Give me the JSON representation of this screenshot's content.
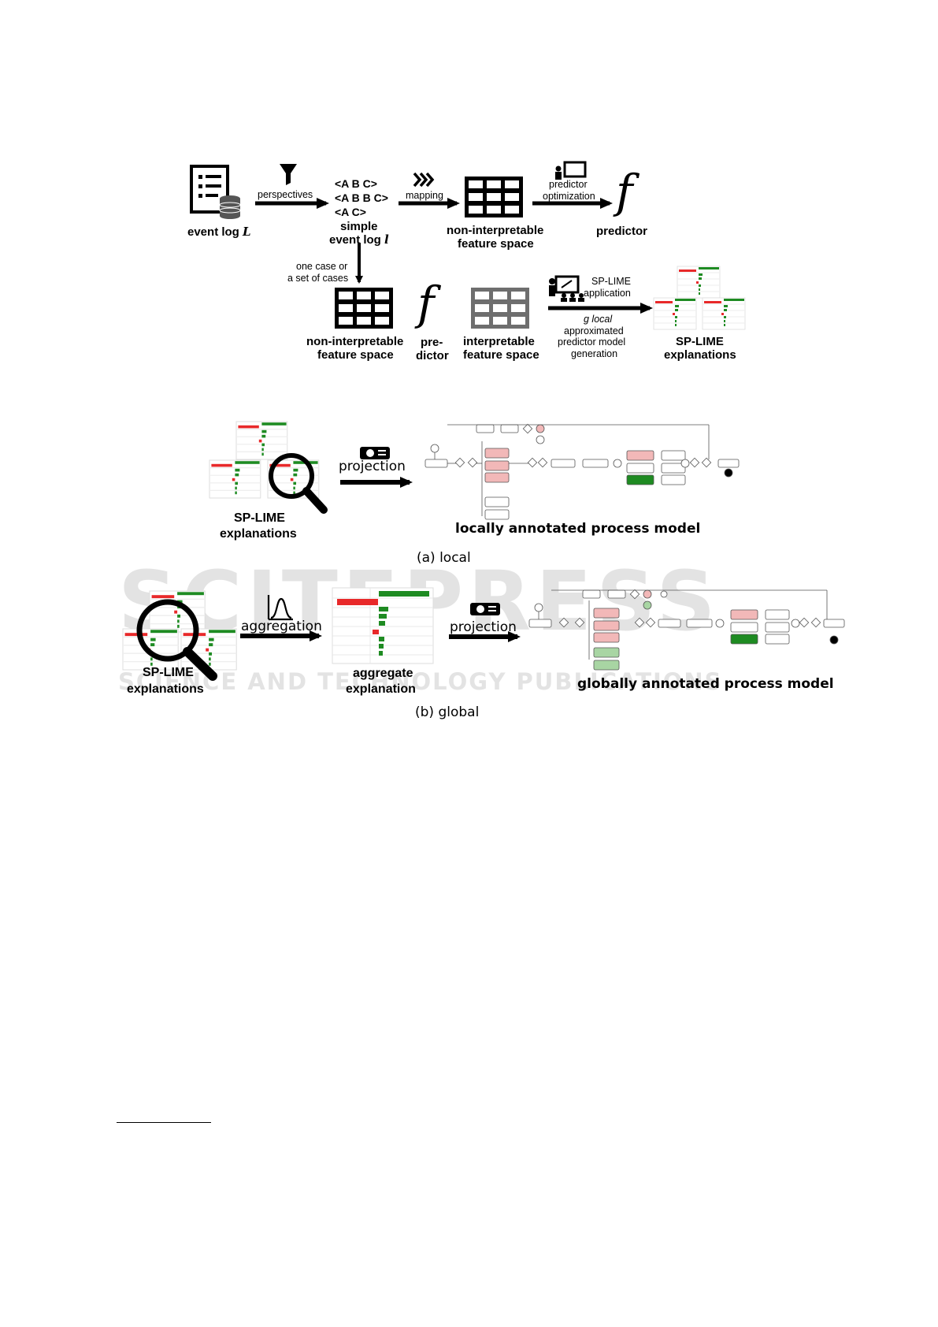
{
  "watermark": {
    "brand": "SCITEPRESS",
    "subtitle": "SCIENCE AND TECHNOLOGY PUBLICATIONS"
  },
  "top": {
    "event_log": "event log L",
    "perspectives": "perspectives",
    "sequences": [
      "<A B C>",
      "<A B B C>",
      "<A C>"
    ],
    "simple_log_1": "simple",
    "simple_log_2": "event log l",
    "mapping": "mapping",
    "nis_1_a": "non-interpretable",
    "nis_1_b": "feature space",
    "predictor_opt_a": "predictor",
    "predictor_opt_b": "optimization",
    "f_symbol": "f",
    "predictor": "predictor",
    "one_case_a": "one case or",
    "one_case_b": "a set of cases",
    "nis_2_a": "non-interpretable",
    "nis_2_b": "feature space",
    "pre_a": "pre-",
    "pre_b": "dictor",
    "is_a": "interpretable",
    "is_b": "feature space",
    "splime_app_a": "SP-LIME",
    "splime_app_b": "application",
    "g_local_a": "g local",
    "g_local_b": "approximated",
    "g_local_c": "predictor model",
    "g_local_d": "generation",
    "splime_expl_a": "SP-LIME",
    "splime_expl_b": "explanations"
  },
  "local": {
    "splime_a": "SP-LIME",
    "splime_b": "explanations",
    "projection": "projection",
    "model_label": "locally annotated process model",
    "caption": "(a) local"
  },
  "global": {
    "splime_a": "SP-LIME",
    "splime_b": "explanations",
    "aggregation": "aggregation",
    "agg_a": "aggregate",
    "agg_b": "explanation",
    "projection": "projection",
    "model_label": "globally annotated process model",
    "caption": "(b) global"
  },
  "colors": {
    "red": "#e8292a",
    "green": "#1e8b22",
    "grey": "#6e6e6e",
    "pink": "#f2b8b8",
    "lightgreen": "#a8d5a3"
  }
}
